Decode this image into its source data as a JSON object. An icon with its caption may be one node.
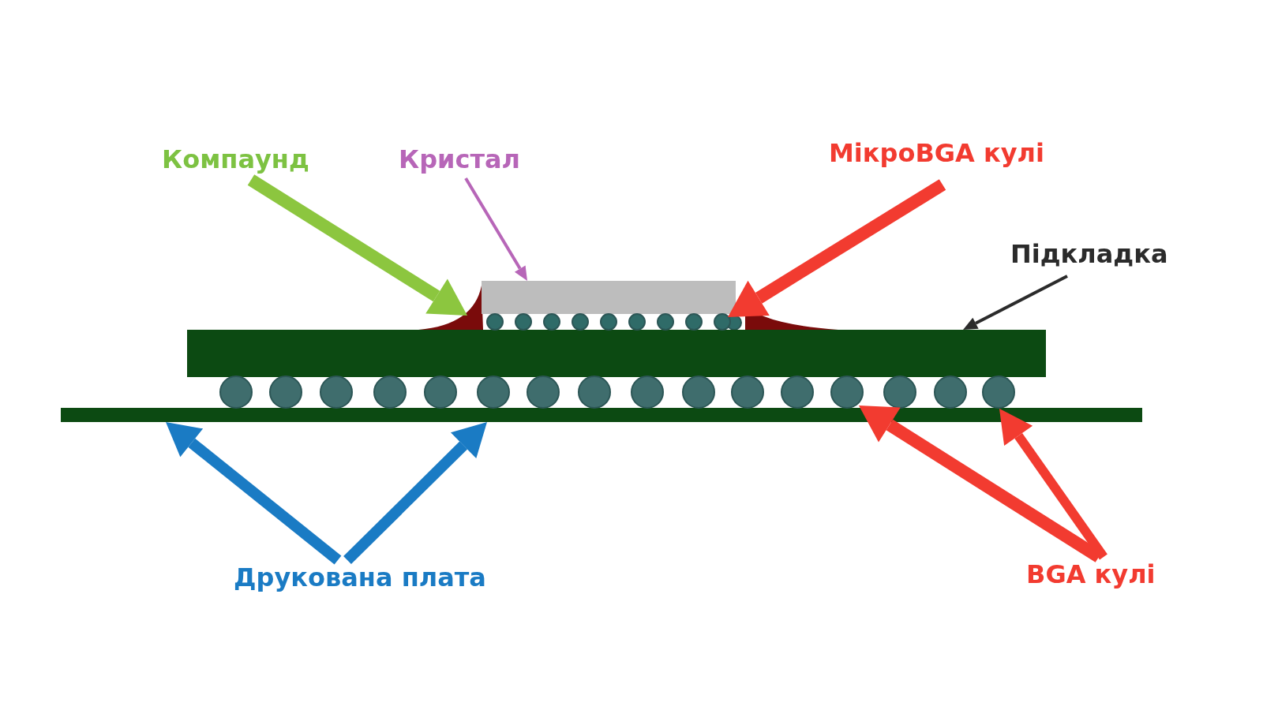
{
  "diagram": {
    "nodes": [
      {
        "text": [
          "Компаунд"
        ]
      },
      {
        "text": [
          "Кристал"
        ]
      },
      {
        "text": [
          "МікроBGA кулі"
        ]
      },
      {
        "text": [
          "Підкладка"
        ]
      },
      {
        "text": [
          "Друкована плата"
        ]
      },
      {
        "text": [
          "BGA кулі"
        ]
      },
      {
        "text": [],
        "shape": "fillet"
      },
      {
        "text": [],
        "shape": "box"
      },
      {
        "text": [],
        "shape": "circle"
      },
      {
        "text": [],
        "shape": "bar"
      },
      {
        "text": [],
        "shape": "bar"
      },
      {
        "text": [],
        "shape": "circle"
      },
      {
        "text": [],
        "shape": "circle"
      },
      {
        "text": [],
        "shape": "fillet"
      }
    ],
    "edges": [
      {
        "from": 0,
        "to": 6,
        "arrow": "to",
        "color": "#8cc63f"
      },
      {
        "from": 1,
        "to": 7,
        "arrow": "to",
        "color": "#b766b8"
      },
      {
        "from": 2,
        "to": 8,
        "arrow": "to",
        "color": "#f23b30"
      },
      {
        "from": 3,
        "to": 9,
        "arrow": "to",
        "color": "#2b2b2b"
      },
      {
        "from": 4,
        "to": 10,
        "arrow": "to",
        "color": "#1a7bc4"
      },
      {
        "from": 4,
        "to": 10,
        "arrow": "to",
        "color": "#1a7bc4"
      },
      {
        "from": 5,
        "to": 11,
        "arrow": "to",
        "color": "#f23b30"
      },
      {
        "from": 5,
        "to": 12,
        "arrow": "to",
        "color": "#f23b30"
      }
    ]
  }
}
